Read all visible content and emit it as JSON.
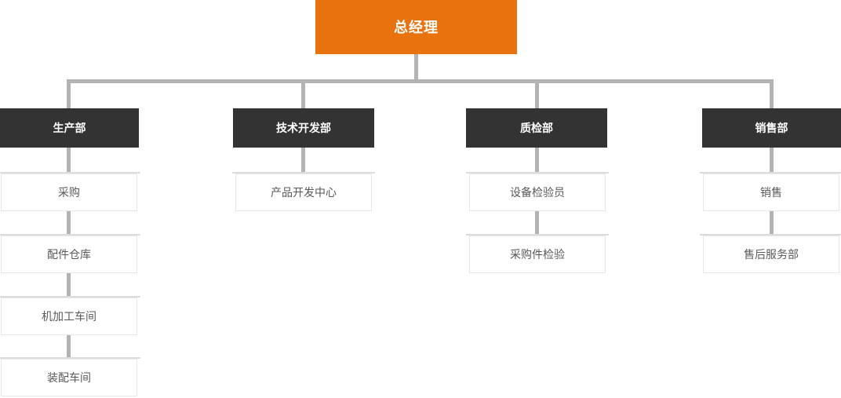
{
  "chart": {
    "type": "org-chart",
    "root": {
      "label": "总经理"
    },
    "departments": [
      {
        "label": "生产部",
        "children": [
          "采购",
          "配件仓库",
          "机加工车间",
          "装配车间"
        ]
      },
      {
        "label": "技术开发部",
        "children": [
          "产品开发中心"
        ]
      },
      {
        "label": "质检部",
        "children": [
          "设备检验员",
          "采购件检验"
        ]
      },
      {
        "label": "销售部",
        "children": [
          "销售",
          "售后服务部"
        ]
      }
    ],
    "colors": {
      "root_bg": "#E8720E",
      "root_text": "#FFFFFF",
      "dept_bg": "#333333",
      "dept_text": "#FFFFFF",
      "leaf_bg": "#FFFFFF",
      "leaf_border": "#E7E7E7",
      "leaf_text": "#595959",
      "connector": "#B3B3B3",
      "background": "#FFFFFF"
    }
  }
}
